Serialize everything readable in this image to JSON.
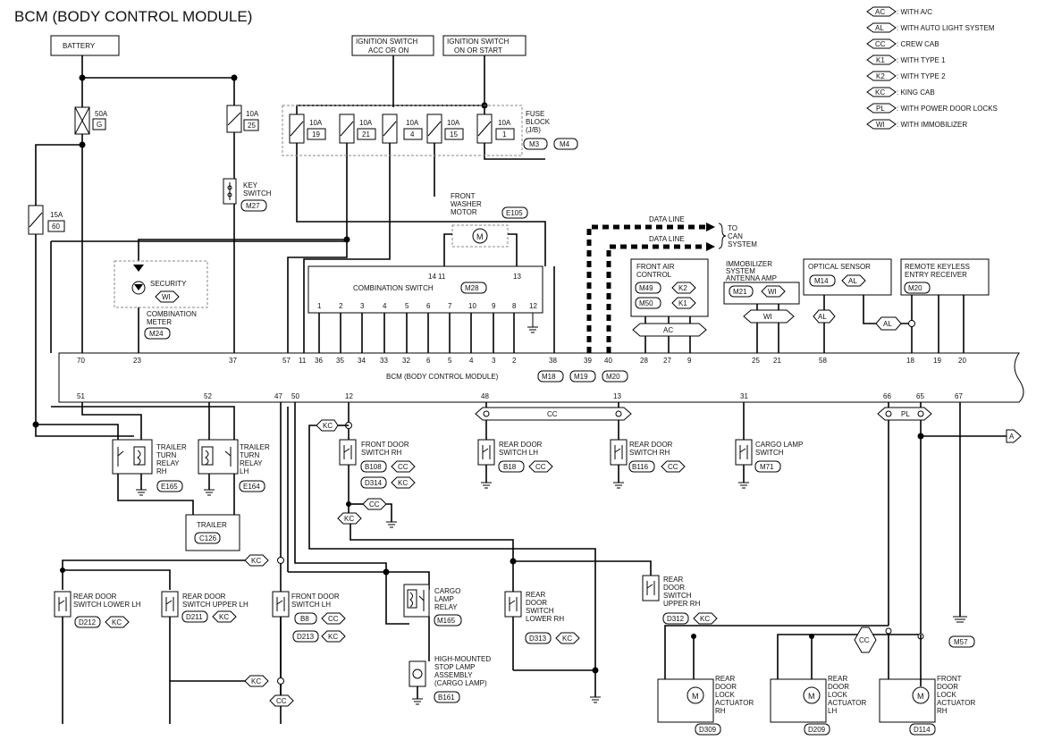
{
  "title": "BCM (BODY CONTROL MODULE)",
  "legend": [
    {
      "code": "AC",
      "text": ": WITH A/C"
    },
    {
      "code": "AL",
      "text": ": WITH AUTO LIGHT SYSTEM"
    },
    {
      "code": "CC",
      "text": ": CREW CAB"
    },
    {
      "code": "K1",
      "text": ": WITH TYPE 1"
    },
    {
      "code": "K2",
      "text": ": WITH TYPE 2"
    },
    {
      "code": "KC",
      "text": ": KING CAB"
    },
    {
      "code": "PL",
      "text": ": WITH POWER DOOR LOCKS"
    },
    {
      "code": "WI",
      "text": ": WITH IMMOBILIZER"
    }
  ],
  "power": {
    "battery": "BATTERY",
    "ign_acc_l1": "IGNITION SWITCH",
    "ign_acc_l2": "ACC OR ON",
    "ign_start_l1": "IGNITION SWITCH",
    "ign_start_l2": "ON OR START"
  },
  "fuses": {
    "f50a": "50A",
    "f50a_id": "G",
    "f10a_25": "10A",
    "f10a_25_id": "25",
    "f15a": "15A",
    "f15a_id": "60",
    "block": [
      {
        "amp": "10A",
        "id": "19"
      },
      {
        "amp": "10A",
        "id": "21"
      },
      {
        "amp": "10A",
        "id": "4"
      },
      {
        "amp": "10A",
        "id": "15"
      },
      {
        "amp": "10A",
        "id": "1"
      }
    ],
    "block_l1": "FUSE",
    "block_l2": "BLOCK",
    "block_l3": "(J/B)",
    "block_c1": "M3",
    "block_c2": "M4"
  },
  "key_switch": {
    "l1": "KEY",
    "l2": "SWITCH",
    "conn": "M27"
  },
  "security": {
    "label": "SECURITY",
    "code": "WI",
    "l1": "COMBINATION",
    "l2": "METER",
    "conn": "M24"
  },
  "washer": {
    "l1": "FRONT",
    "l2": "WASHER",
    "l3": "MOTOR",
    "conn": "E105"
  },
  "combo": {
    "label": "COMBINATION SWITCH",
    "conn": "M28",
    "top_pins": [
      "14",
      "11",
      "13"
    ],
    "pins": [
      "1",
      "2",
      "3",
      "4",
      "5",
      "6",
      "7",
      "10",
      "9",
      "8",
      "12"
    ]
  },
  "data_line": {
    "l1": "DATA LINE",
    "l2": "DATA LINE",
    "to1": "TO",
    "to2": "CAN",
    "to3": "SYSTEM"
  },
  "front_air": {
    "l1": "FRONT AIR",
    "l2": "CONTROL",
    "c1": "M49",
    "k1": "K2",
    "c2": "M50",
    "k2": "K1",
    "tag": "AC"
  },
  "immobilizer": {
    "l1": "IMMOBILIZER",
    "l2": "SYSTEM",
    "l3": "ANTENNA AMP",
    "conn": "M21",
    "code": "WI",
    "tag": "WI"
  },
  "optical": {
    "label": "OPTICAL SENSOR",
    "conn": "M14",
    "code": "AL",
    "tag": "AL"
  },
  "keyless": {
    "l1": "REMOTE KEYLESS",
    "l2": "ENTRY RECEIVER",
    "conn": "M20",
    "tag": "AL"
  },
  "bcm": {
    "label": "BCM (BODY CONTROL MODULE)",
    "c1": "M18",
    "c2": "M19",
    "c3": "M20",
    "top_pins": [
      "70",
      "23",
      "37",
      "57",
      "11",
      "36",
      "35",
      "34",
      "33",
      "32",
      "6",
      "5",
      "4",
      "3",
      "2",
      "38",
      "39",
      "40",
      "28",
      "27",
      "9",
      "25",
      "21",
      "58",
      "18",
      "19",
      "20"
    ],
    "bottom_pins": [
      "51",
      "52",
      "47",
      "50",
      "12",
      "48",
      "13",
      "31",
      "66",
      "65",
      "67"
    ]
  },
  "trailer_rh": {
    "l1": "TRAILER",
    "l2": "TURN",
    "l3": "RELAY",
    "l4": "RH",
    "conn": "E165"
  },
  "trailer_lh": {
    "l1": "TRAILER",
    "l2": "TURN",
    "l3": "RELAY",
    "l4": "LH",
    "conn": "E164"
  },
  "trailer": {
    "label": "TRAILER",
    "conn": "C126"
  },
  "fdsw_rh": {
    "l1": "FRONT DOOR",
    "l2": "SWITCH RH",
    "c1": "B108",
    "k1": "CC",
    "c2": "D314",
    "k2": "KC"
  },
  "cc_band": "CC",
  "rdsw_lh": {
    "l1": "REAR DOOR",
    "l2": "SWITCH LH",
    "conn": "B18",
    "code": "CC"
  },
  "rdsw_rh": {
    "l1": "REAR DOOR",
    "l2": "SWITCH RH",
    "conn": "B116",
    "code": "CC"
  },
  "cargo_sw": {
    "l1": "CARGO LAMP",
    "l2": "SWITCH",
    "conn": "M71"
  },
  "pl_band": "PL",
  "connector_a": "A",
  "tags": {
    "kc1": "KC",
    "kc2": "KC",
    "kc3": "KC",
    "kc4": "KC",
    "cc1": "CC",
    "cc2": "CC",
    "cc3": "CC"
  },
  "rdsw_lower_lh": {
    "l1": "REAR DOOR",
    "l2": "SWITCH LOWER LH",
    "conn": "D212",
    "code": "KC"
  },
  "rdsw_upper_lh": {
    "l1": "REAR DOOR",
    "l2": "SWITCH UPPER LH",
    "conn": "D211",
    "code": "KC"
  },
  "fdsw_lh": {
    "l1": "FRONT DOOR",
    "l2": "SWITCH LH",
    "c1": "B8",
    "k1": "CC",
    "c2": "D213",
    "k2": "KC"
  },
  "cargo_relay": {
    "l1": "CARGO",
    "l2": "LAMP",
    "l3": "RELAY",
    "conn": "M165"
  },
  "stop_lamp": {
    "l1": "HIGH-MOUNTED",
    "l2": "STOP LAMP",
    "l3": "ASSEMBLY",
    "l4": "(CARGO LAMP)",
    "conn": "B161"
  },
  "rdsw_lower_rh": {
    "l1": "REAR",
    "l2": "DOOR",
    "l3": "SWITCH",
    "l4": "LOWER RH",
    "conn": "D313",
    "code": "KC"
  },
  "rdsw_upper_rh": {
    "l1": "REAR",
    "l2": "DOOR",
    "l3": "SWITCH",
    "l4": "UPPER RH",
    "conn": "D312",
    "code": "KC"
  },
  "ground_conn": "M57",
  "act_rh": {
    "l1": "REAR",
    "l2": "DOOR",
    "l3": "LOCK",
    "l4": "ACTUATOR",
    "l5": "RH",
    "conn": "D309"
  },
  "act_lh": {
    "l1": "REAR",
    "l2": "DOOR",
    "l3": "LOCK",
    "l4": "ACTUATOR",
    "l5": "LH",
    "conn": "D209"
  },
  "act_front": {
    "l1": "FRONT",
    "l2": "DOOR",
    "l3": "LOCK",
    "l4": "ACTUATOR",
    "l5": "RH",
    "conn": "D114"
  },
  "motor_m": "M"
}
